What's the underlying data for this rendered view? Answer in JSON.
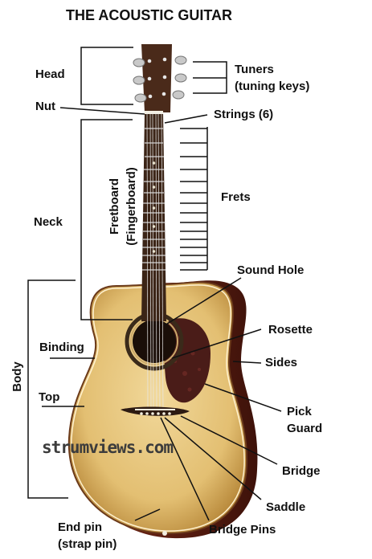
{
  "title": "THE ACOUSTIC GUITAR",
  "labels": {
    "head": "Head",
    "nut": "Nut",
    "neck": "Neck",
    "body": "Body",
    "binding": "Binding",
    "top": "Top",
    "end_pin_line1": "End pin",
    "end_pin_line2": "(strap pin)",
    "tuners_line1": "Tuners",
    "tuners_line2": "(tuning keys)",
    "strings": "Strings (6)",
    "frets": "Frets",
    "fretboard_line1": "Fretboard",
    "fretboard_line2": "(Fingerboard)",
    "sound_hole": "Sound Hole",
    "rosette": "Rosette",
    "sides": "Sides",
    "pick_guard_line1": "Pick",
    "pick_guard_line2": "Guard",
    "bridge": "Bridge",
    "saddle": "Saddle",
    "bridge_pins": "Bridge Pins"
  },
  "watermark": "strumviews.com",
  "colors": {
    "top_wood": "#e7c77f",
    "body_side": "#5a1e12",
    "neck_wood": "#3b2416",
    "headstock": "#4a2a1a",
    "pick_guard": "#4a1c18",
    "tuner_metal": "#c9c9c9"
  }
}
